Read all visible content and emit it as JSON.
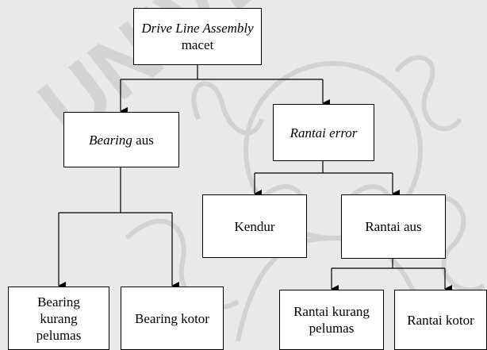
{
  "watermark": {
    "text": "UNIVE",
    "color": "#d0d0d0"
  },
  "nodes": {
    "root": {
      "italic": "Drive Line Assembly",
      "plain": "macet"
    },
    "bearing_aus": {
      "italic": "Bearing",
      "plain": " aus"
    },
    "rantai_error": {
      "italic": "Rantai error",
      "plain": ""
    },
    "kendur": {
      "plain": "Kendur"
    },
    "rantai_aus": {
      "plain": "Rantai aus"
    },
    "bearing_kurang_pelumas": {
      "line1": "Bearing",
      "line2": "kurang",
      "line3": "pelumas"
    },
    "bearing_kotor": {
      "plain": "Bearing kotor"
    },
    "rantai_kurang_pelumas": {
      "line1": "Rantai kurang",
      "line2": "pelumas"
    },
    "rantai_kotor": {
      "plain": "Rantai kotor"
    }
  },
  "colors": {
    "line": "#000000",
    "box_fill": "#ffffff",
    "background": "#e9e9e9"
  }
}
